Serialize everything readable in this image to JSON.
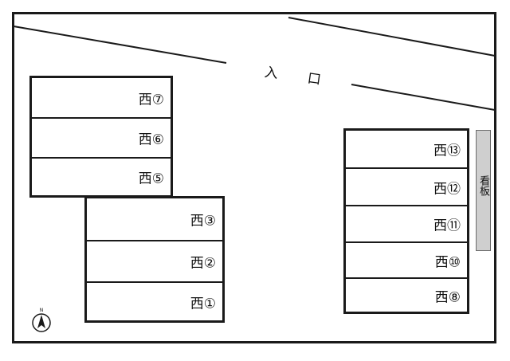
{
  "entrance_label": "入 口",
  "sign_label": "看板",
  "north_label": "N",
  "blocks": {
    "upper_left": [
      "西⑦",
      "西⑥",
      "西⑤"
    ],
    "lower_left": [
      "西③",
      "西②",
      "西①"
    ],
    "right": [
      "西⑬",
      "西⑫",
      "西⑪",
      "西⑩",
      "西⑧"
    ]
  },
  "colors": {
    "line": "#1a1a1a",
    "sign": "#cfcfcf"
  }
}
